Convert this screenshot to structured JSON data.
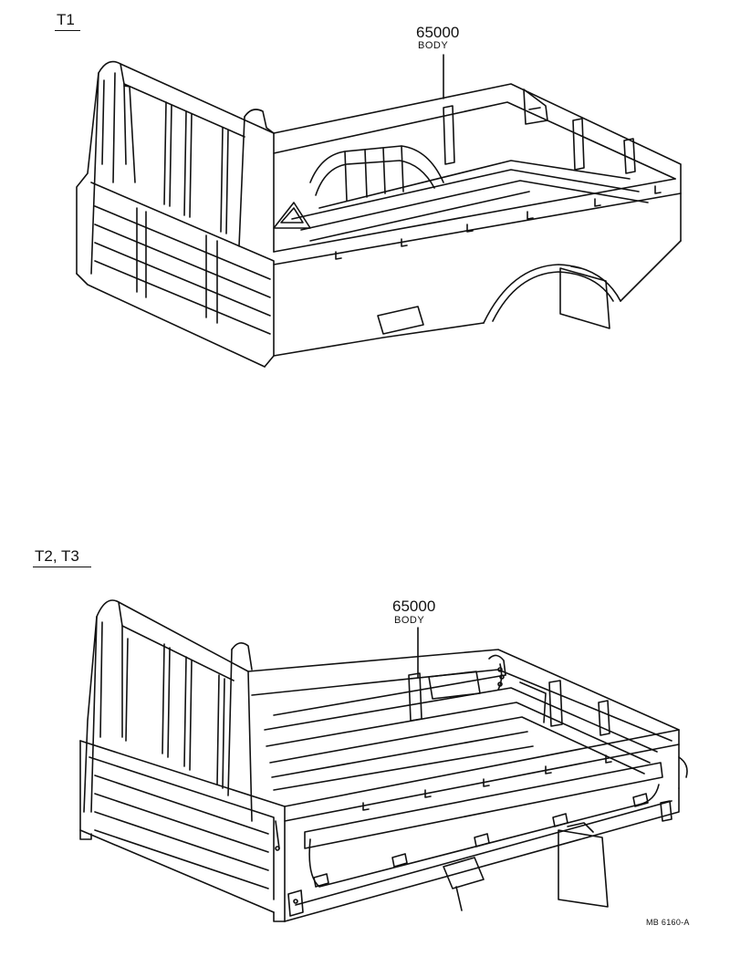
{
  "sections": [
    {
      "label": "T1",
      "part_number": "65000",
      "part_name": "BODY"
    },
    {
      "label": "T2, T3",
      "part_number": "65000",
      "part_name": "BODY"
    }
  ],
  "reference_code": "MB 6160-A",
  "colors": {
    "ink": "#111111",
    "paper": "#ffffff"
  }
}
